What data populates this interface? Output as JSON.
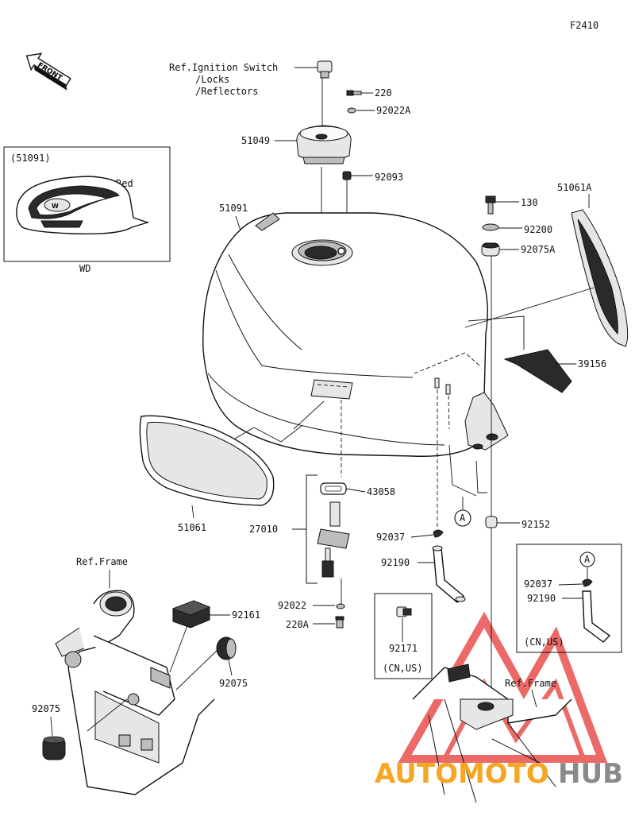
{
  "figure_code": "F2410",
  "front_label": "FRONT",
  "ref_ignition": [
    "Ref.Ignition Switch",
    "/Locks",
    "/Reflectors"
  ],
  "inset_tank": {
    "code": "(51091)",
    "color_note": "Red",
    "variant": "WD"
  },
  "box_27010": {
    "code": "27010"
  },
  "box_92171": {
    "code": "92171",
    "market": "(CN,US)"
  },
  "box_cnus": {
    "code_clamp": "92037",
    "code_hose": "92190",
    "market": "(CN,US)",
    "marker": "A"
  },
  "marker_a": "A",
  "ref_frame_left": "Ref.Frame",
  "ref_frame_right": "Ref.Frame",
  "parts": {
    "p220": "220",
    "p92022a": "92022A",
    "p51049": "51049",
    "p92093": "92093",
    "p51091": "51091",
    "p130": "130",
    "p51061a": "51061A",
    "p92200": "92200",
    "p92075a": "92075A",
    "p39156": "39156",
    "p43058": "43058",
    "p51061": "51061",
    "p27010": "27010",
    "p92037": "92037",
    "p92152": "92152",
    "p92190": "92190",
    "p92022": "92022",
    "p220a": "220A",
    "p92161": "92161",
    "p92075_right": "92075",
    "p92075_left": "92075"
  },
  "watermark": {
    "part1": "AUTOMOTO",
    "part2": "HUB",
    "color_orange": "#f5a623",
    "color_grey": "#8a8a8a",
    "color_red": "#e53935"
  }
}
